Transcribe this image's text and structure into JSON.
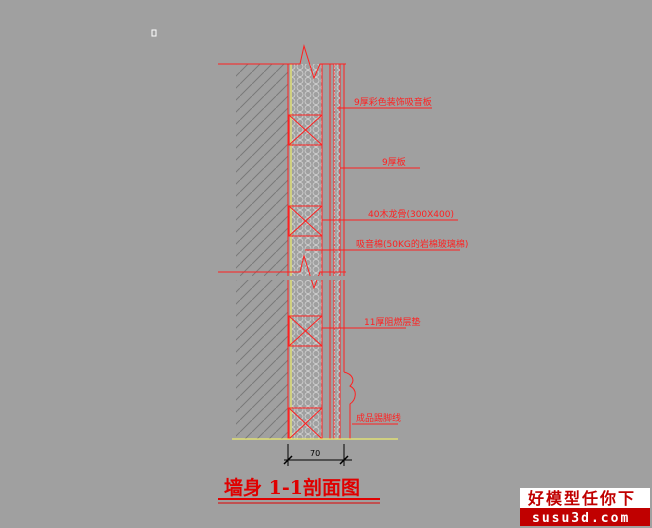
{
  "title": "墙身 1-1剖面图",
  "dimension": "70",
  "labels": [
    "9厚彩色装饰吸音板",
    "9厚板",
    "40木龙骨(300X400)",
    "吸音棉(50KG的岩棉玻璃棉)",
    "11厚阻燃层垫",
    "成品踢脚线"
  ],
  "watermark": {
    "cn": "好模型任你下",
    "en": "susu3d.com"
  },
  "colors": {
    "background": "#a0a0a0",
    "linework": "#ff0000",
    "yellow_line": "#ffff60",
    "title": "#e00000"
  }
}
